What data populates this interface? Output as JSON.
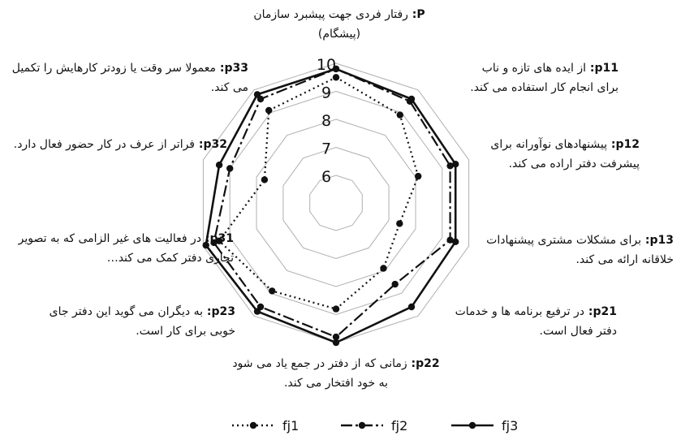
{
  "chart_data": {
    "type": "radar",
    "rmin": 6,
    "rmax": 10,
    "ticks": [
      "6",
      "7",
      "8",
      "9",
      "10"
    ],
    "categories": [
      {
        "code": "P",
        "text": "رفتار فردی جهت پیشبرد سازمان (پیشگام)"
      },
      {
        "code": "p11",
        "text": "از ایده های تازه و ناب برای انجام کار استفاده می کند."
      },
      {
        "code": "p12",
        "text": "پیشنهادهای نوآورانه برای پیشرفت دفتر اراده می کند."
      },
      {
        "code": "p13",
        "text": "برای مشکلات مشتری پیشنهادات خلاقانه ارائه می کند."
      },
      {
        "code": "p21",
        "text": "در ترفیع برنامه ها و خدمات دفتر فعال است."
      },
      {
        "code": "p22",
        "text": "زمانی که از دفتر در جمع یاد می شود به خود افتخار می کند."
      },
      {
        "code": "p23",
        "text": "به دیگران می گوید این دفتر جای خوبی برای کار است."
      },
      {
        "code": "p31",
        "text": "در فعالیت های غیر الزامی که به تصویر تجاری دفتر کمک می کند…"
      },
      {
        "code": "p32",
        "text": "فراتر از عرف در کار حضور فعال دارد."
      },
      {
        "code": "p33",
        "text": "معمولا سر وقت یا زودتر کارهایش را تکمیل می کند."
      }
    ],
    "series": [
      {
        "name": "fj1",
        "values": [
          9.5,
          8.9,
          8.1,
          7.4,
          7.9,
          8.8,
          8.9,
          9.4,
          7.7,
          9.1
        ],
        "dash": "2,4"
      },
      {
        "name": "fj2",
        "values": [
          9.8,
          9.5,
          9.3,
          9.3,
          8.6,
          9.8,
          9.6,
          9.6,
          9.0,
          9.6
        ],
        "dash": "14,4,3,4"
      },
      {
        "name": "fj3",
        "values": [
          9.8,
          9.6,
          9.5,
          9.5,
          9.6,
          10.0,
          9.8,
          9.9,
          9.4,
          9.8
        ],
        "dash": ""
      }
    ],
    "legend_position": "bottom"
  }
}
